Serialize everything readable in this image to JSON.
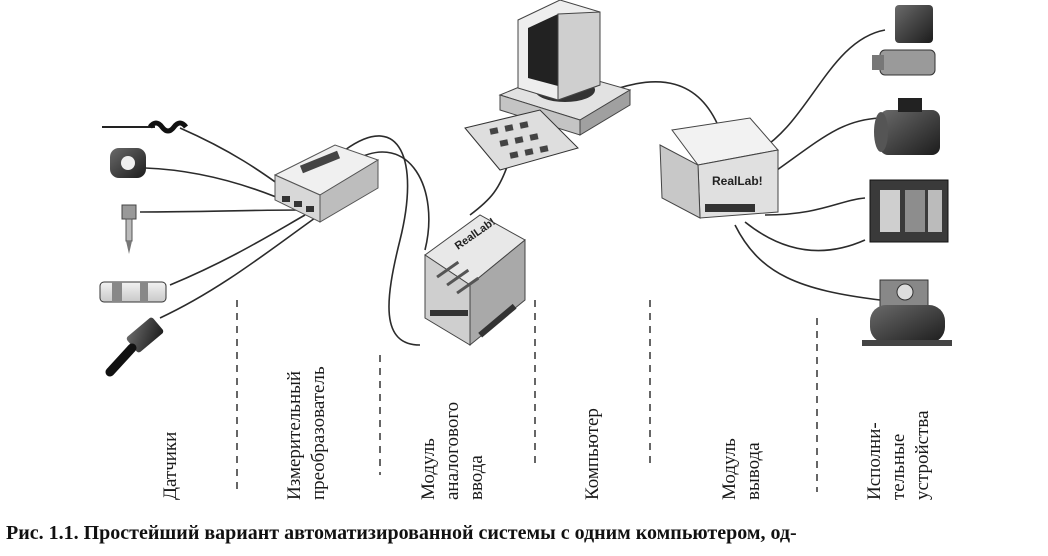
{
  "labels": {
    "sensors": "Датчики",
    "converter_1": "Измерительный",
    "converter_2": "преобразователь",
    "ain_1": "Модуль",
    "ain_2": "аналогового",
    "ain_3": "ввода",
    "computer": "Компьютер",
    "out_1": "Модуль",
    "out_2": "вывода",
    "act_1": "Исполни-",
    "act_2": "тельные",
    "act_3": "устройства"
  },
  "device_text": {
    "module_brand": "RealLab!",
    "output_brand": "RealLab!"
  },
  "caption": {
    "label": "Рис. 1.1.",
    "text": "Простейший вариант автоматизированной системы с одним компьютером, од-"
  },
  "colors": {
    "ink": "#1a1a1a",
    "device_light": "#e6e6e6",
    "device_mid": "#b9b9b9",
    "device_dark": "#555555"
  }
}
